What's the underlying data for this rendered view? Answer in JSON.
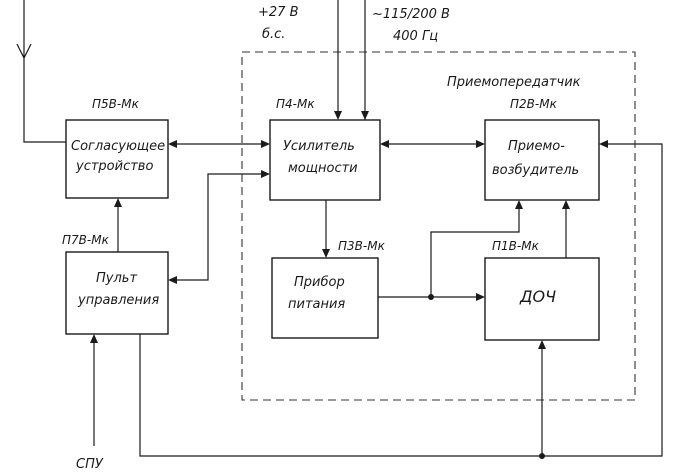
{
  "inputs": {
    "power_dc_line1": "+27 В",
    "power_dc_line2": "б.с.",
    "power_ac_line1": "~115/200 В",
    "power_ac_line2": "400 Гц"
  },
  "transceiver": {
    "title": "Приемопередатчик"
  },
  "blocks": {
    "matching": {
      "code": "П5В-Мк",
      "line1": "Согласующее",
      "line2": "устройство"
    },
    "amplifier": {
      "code": "П4-Мк",
      "line1": "Усилитель",
      "line2": "мощности"
    },
    "exciter": {
      "code": "П2В-Мк",
      "line1": "Приемо-",
      "line2": "возбудитель"
    },
    "control": {
      "code": "П7В-Мк",
      "line1": "Пульт",
      "line2": "управления"
    },
    "power_supply": {
      "code": "П3В-Мк",
      "line1": "Прибор",
      "line2": "питания"
    },
    "doch": {
      "code": "П1В-Мк",
      "label": "ДОЧ"
    }
  },
  "bottom": {
    "spu": "СПУ"
  }
}
